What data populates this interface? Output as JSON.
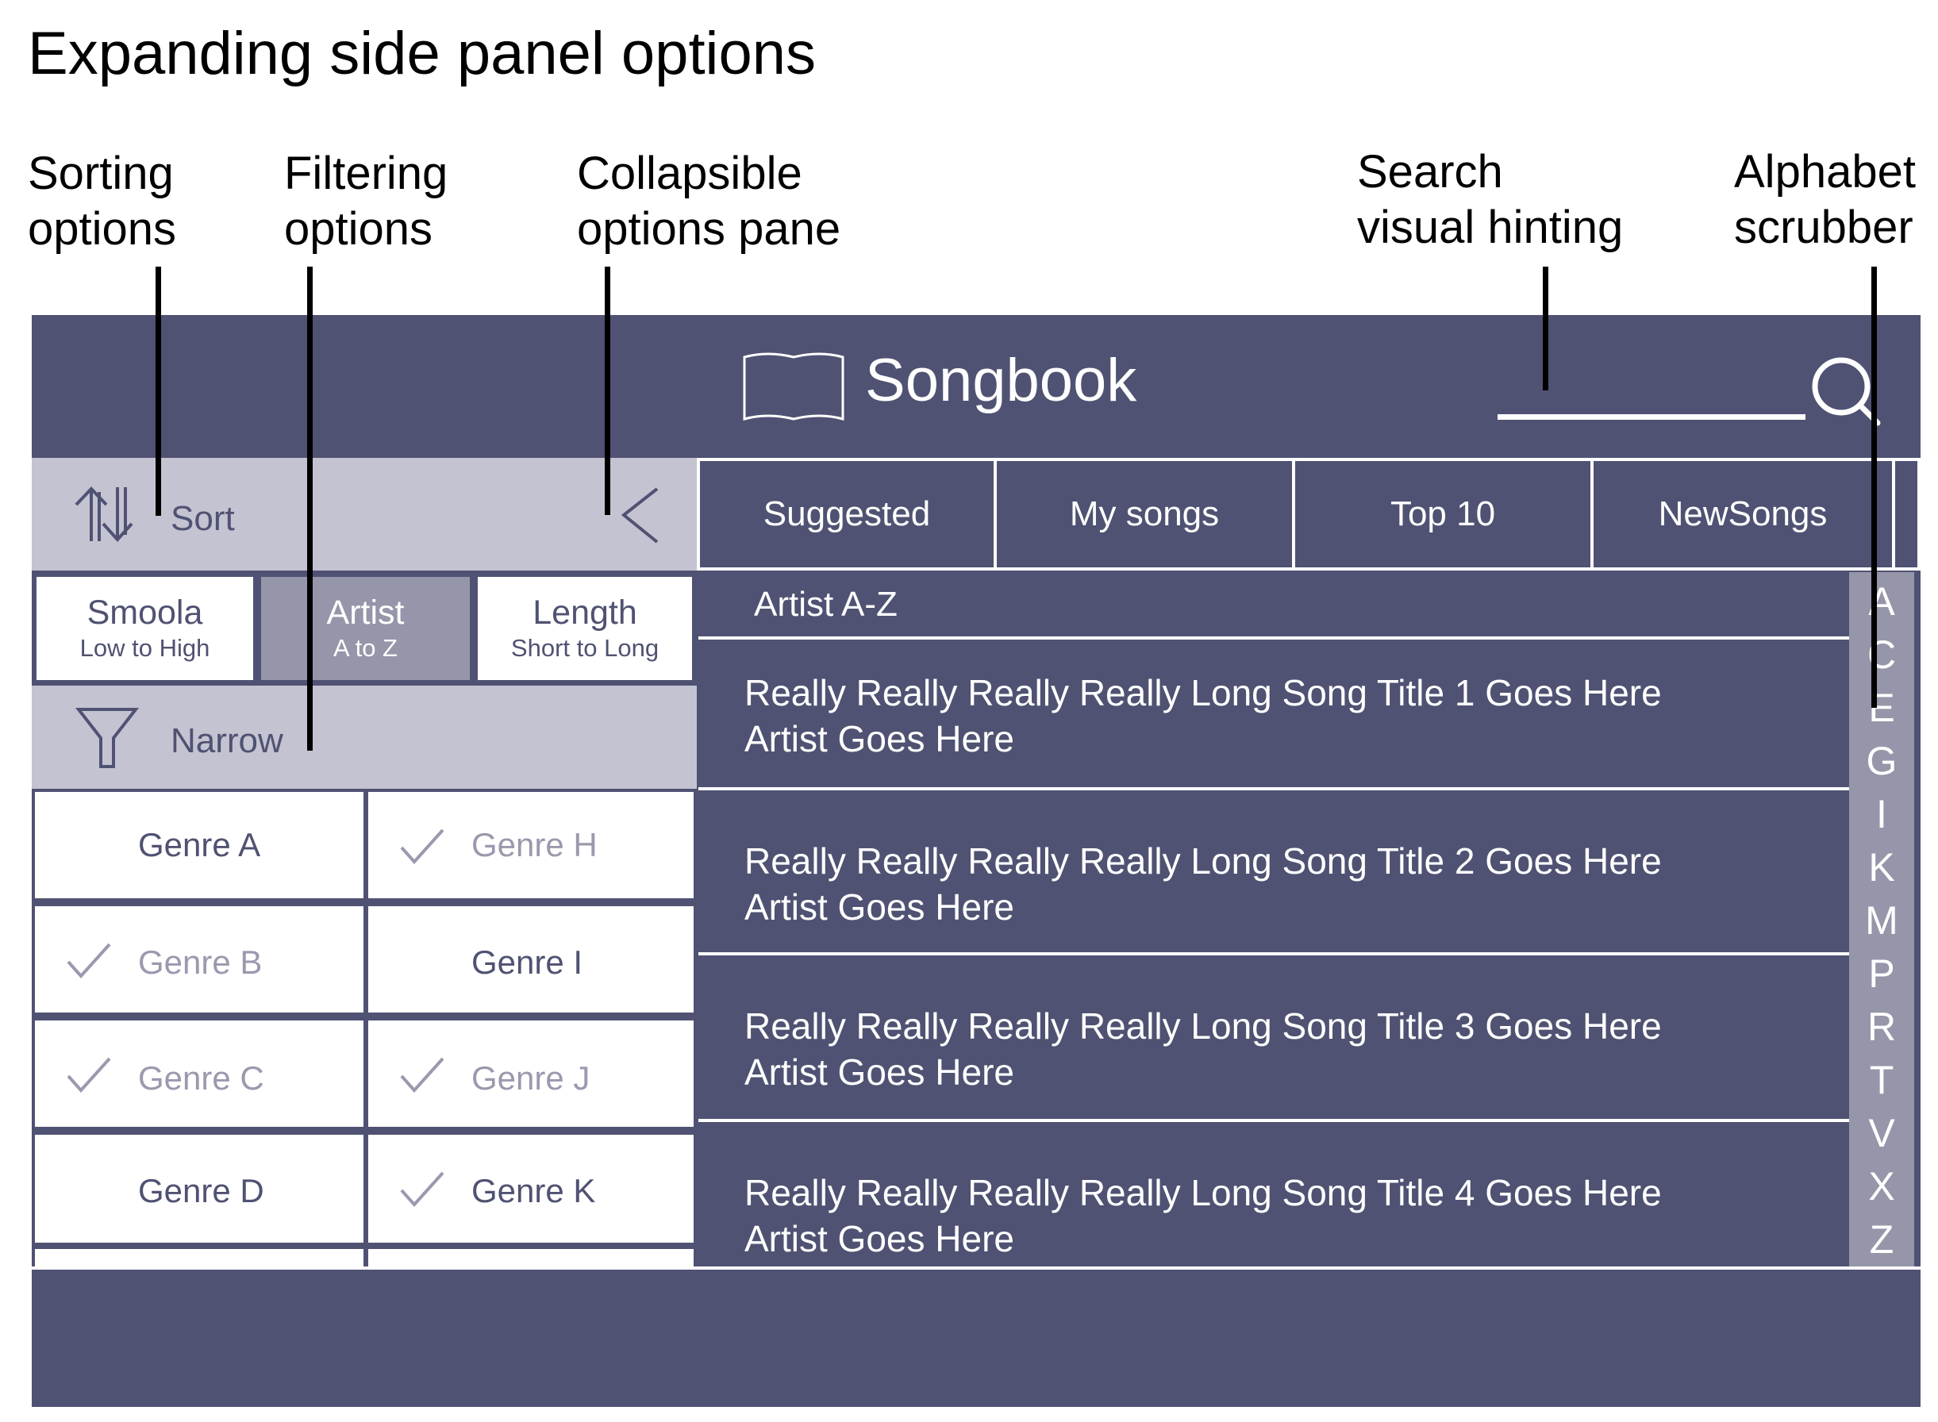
{
  "annotations": {
    "page_title": "Expanding side panel options",
    "callouts": [
      "Sorting\noptions",
      "Filtering\noptions",
      "Collapsible\noptions pane",
      "Search\nvisual hinting",
      "Alphabet\nscrubber"
    ]
  },
  "header": {
    "app_title": "Songbook",
    "icons": [
      "book-icon",
      "search-icon"
    ]
  },
  "side_panel": {
    "sort": {
      "label": "Sort",
      "icon": "sort-arrows-icon",
      "collapse_icon": "chevron-left-icon",
      "options": [
        {
          "label": "Smoola",
          "sublabel": "Low to High",
          "active": false
        },
        {
          "label": "Artist",
          "sublabel": "A to Z",
          "active": true
        },
        {
          "label": "Length",
          "sublabel": "Short to Long",
          "active": false
        }
      ]
    },
    "narrow": {
      "label": "Narrow",
      "icon": "funnel-icon",
      "genres": [
        {
          "label": "Genre A",
          "checked": false
        },
        {
          "label": "Genre H",
          "checked": true
        },
        {
          "label": "Genre B",
          "checked": true
        },
        {
          "label": "Genre I",
          "checked": false
        },
        {
          "label": "Genre C",
          "checked": true
        },
        {
          "label": "Genre J",
          "checked": true
        },
        {
          "label": "Genre D",
          "checked": false
        },
        {
          "label": "Genre K",
          "checked": true
        }
      ]
    }
  },
  "tabs": [
    "Suggested",
    "My songs",
    "Top 10",
    "NewSongs"
  ],
  "list": {
    "section_label": "Artist A-Z",
    "songs": [
      {
        "title": "Really Really Really Really Long Song Title 1 Goes Here",
        "artist": "Artist Goes Here"
      },
      {
        "title": "Really Really Really Really Long Song Title 2 Goes Here",
        "artist": "Artist Goes Here"
      },
      {
        "title": "Really Really Really Really Long Song Title 3 Goes Here",
        "artist": "Artist Goes Here"
      },
      {
        "title": "Really Really Really Really Long Song Title 4 Goes Here",
        "artist": "Artist Goes Here"
      }
    ]
  },
  "scrubber": {
    "letters": [
      "A",
      "C",
      "E",
      "G",
      "I",
      "K",
      "M",
      "P",
      "R",
      "T",
      "V",
      "X",
      "Z"
    ]
  },
  "colors": {
    "primary": "#4f5272",
    "panel": "#c4c3d2",
    "accent": "#9696aa",
    "muted_text": "#9a99ad"
  }
}
